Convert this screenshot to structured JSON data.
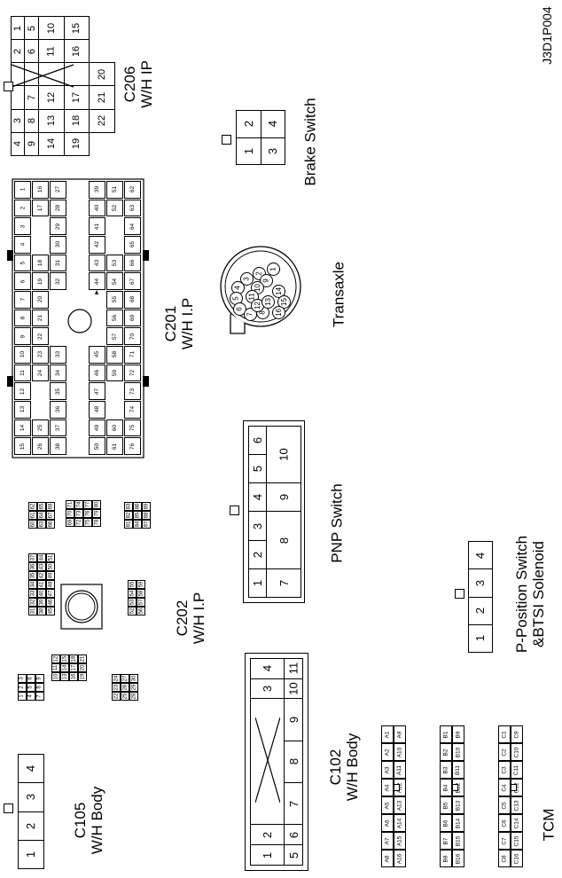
{
  "figure_id": "J3D1P004",
  "connectors": [
    {
      "id": "c206",
      "name": "C206",
      "sub": "W/H IP",
      "pins": [
        "1",
        "2",
        "3",
        "4",
        "5",
        "6",
        "7",
        "8",
        "9",
        "10",
        "11",
        "12",
        "13",
        "14",
        "15",
        "16",
        "17",
        "18",
        "19",
        "20",
        "21",
        "22"
      ]
    },
    {
      "id": "brake",
      "name": "Brake Switch",
      "pins": [
        "1",
        "2",
        "3",
        "4"
      ]
    },
    {
      "id": "c201",
      "name": "C201",
      "sub": "W/H I.P",
      "pins": [
        "1",
        "2",
        "3",
        "4",
        "5",
        "6",
        "7",
        "8",
        "9",
        "10",
        "11",
        "12",
        "13",
        "14",
        "15",
        "16",
        "17",
        "18",
        "19",
        "20",
        "21",
        "22",
        "23",
        "24",
        "25",
        "26",
        "27",
        "28",
        "29",
        "30",
        "31",
        "32",
        "33",
        "34",
        "35",
        "36",
        "37",
        "38",
        "39",
        "40",
        "41",
        "42",
        "43",
        "44",
        "45",
        "46",
        "47",
        "48",
        "49",
        "50",
        "51",
        "52",
        "53",
        "54",
        "55",
        "56",
        "57",
        "58",
        "59",
        "60",
        "61",
        "62",
        "63",
        "64",
        "65",
        "66",
        "67",
        "68",
        "69",
        "70",
        "71",
        "72",
        "73",
        "74",
        "75",
        "76"
      ]
    },
    {
      "id": "transaxle",
      "name": "Transaxle",
      "pins": [
        "1",
        "2",
        "3",
        "4",
        "5",
        "6",
        "7",
        "8",
        "9",
        "10",
        "11",
        "12",
        "13",
        "14",
        "15",
        "16"
      ]
    },
    {
      "id": "pnp",
      "name": "PNP Switch",
      "pins": [
        "1",
        "2",
        "3",
        "4",
        "5",
        "6",
        "7",
        "8",
        "9",
        "10"
      ]
    },
    {
      "id": "c202",
      "name": "C202",
      "sub": "W/H I.P",
      "pins": [
        "1",
        "2",
        "3",
        "4",
        "5",
        "6",
        "7",
        "8",
        "9",
        "10",
        "11",
        "12",
        "13",
        "14",
        "15",
        "16",
        "17",
        "18",
        "19",
        "20",
        "21",
        "22",
        "23",
        "24",
        "25",
        "26",
        "27",
        "28",
        "29",
        "30",
        "31",
        "32",
        "33",
        "34",
        "35",
        "36",
        "37",
        "38",
        "39",
        "40",
        "41",
        "42",
        "43",
        "44",
        "45",
        "46",
        "47",
        "48",
        "49",
        "50",
        "51",
        "52",
        "53",
        "54",
        "55",
        "56",
        "57",
        "58",
        "59",
        "60",
        "61",
        "62",
        "63",
        "64",
        "65",
        "66",
        "67",
        "68",
        "69",
        "70",
        "71",
        "72",
        "73",
        "74",
        "75",
        "76",
        "77",
        "78",
        "79",
        "80",
        "81",
        "82",
        "83",
        "84",
        "85",
        "86",
        "87",
        "88",
        "89"
      ]
    },
    {
      "id": "ppos",
      "name": "P-Position Switch",
      "sub": "&BTSI Solenoid",
      "pins": [
        "1",
        "2",
        "3",
        "4"
      ]
    },
    {
      "id": "c102",
      "name": "C102",
      "sub": "W/H Body",
      "pins": [
        "1",
        "2",
        "3",
        "4",
        "5",
        "6",
        "7",
        "8",
        "9",
        "10",
        "11"
      ]
    },
    {
      "id": "c105",
      "name": "C105",
      "sub": "W/H Body",
      "pins": [
        "1",
        "2",
        "3",
        "4"
      ]
    },
    {
      "id": "tcm",
      "name": "TCM",
      "pins": [
        "A1",
        "A2",
        "A3",
        "A4",
        "A5",
        "A6",
        "A7",
        "A8",
        "A9",
        "A10",
        "A11",
        "A12",
        "A13",
        "A14",
        "A15",
        "A16",
        "B1",
        "B2",
        "B3",
        "B4",
        "B5",
        "B6",
        "B7",
        "B8",
        "B9",
        "B10",
        "B11",
        "B12",
        "B13",
        "B14",
        "B15",
        "B16",
        "C1",
        "C2",
        "C3",
        "C4",
        "C5",
        "C6",
        "C7",
        "C8",
        "C9",
        "C10",
        "C11",
        "C12",
        "C13",
        "C14",
        "C15",
        "C16"
      ]
    }
  ],
  "c206_rows": [
    [
      "1",
      "2",
      "",
      "",
      "3",
      "4"
    ],
    [
      "5",
      "6",
      "",
      "7",
      "8",
      "9"
    ],
    [
      "10",
      "11",
      "",
      "12",
      "13",
      "14"
    ],
    [
      "15",
      "16",
      "",
      "17",
      "18",
      "19"
    ],
    [
      "",
      "",
      "20",
      "21",
      "22",
      ""
    ]
  ],
  "c201_left": [
    [
      "15",
      "14",
      "13",
      "12",
      "11",
      "10",
      "9",
      "8",
      "7",
      "6",
      "5",
      "4",
      "3",
      "2",
      "1"
    ],
    [
      "26",
      "25",
      "",
      "",
      "24",
      "23",
      "22",
      "21",
      "20",
      "19",
      "18",
      "",
      "",
      "17",
      "16"
    ],
    [
      "38",
      "37",
      "36",
      "35",
      "34",
      "33",
      "",
      "",
      "",
      "32",
      "31",
      "30",
      "29",
      "28",
      "27"
    ]
  ],
  "c201_right": [
    [
      "50",
      "49",
      "48",
      "47",
      "46",
      "45",
      "",
      "",
      "",
      "44",
      "43",
      "42",
      "41",
      "40",
      "39"
    ],
    [
      "61",
      "60",
      "",
      "",
      "59",
      "58",
      "57",
      "56",
      "55",
      "54",
      "53",
      "",
      "",
      "52",
      "51"
    ],
    [
      "76",
      "75",
      "74",
      "73",
      "72",
      "71",
      "70",
      "69",
      "68",
      "67",
      "66",
      "65",
      "64",
      "63",
      "62"
    ]
  ],
  "c202_g1": [
    [
      "1",
      "2",
      "3"
    ],
    [
      "4",
      "5",
      "6"
    ],
    [
      "7",
      "8",
      "9"
    ]
  ],
  "c202_g2": [
    [
      "10",
      "11",
      "12"
    ],
    [
      "13",
      "14",
      "15"
    ],
    [
      "16",
      "17",
      "18"
    ],
    [
      "19",
      "20",
      "21"
    ]
  ],
  "c202_g3": [
    [
      "22",
      "23",
      "24"
    ],
    [
      "25",
      "26",
      "27"
    ],
    [
      "28",
      "29",
      "30"
    ]
  ],
  "c202_g4": [
    [
      "31",
      "32",
      "33",
      "34",
      "35",
      "36",
      "37"
    ],
    [
      "38",
      "39",
      "40",
      "41",
      "42",
      "43",
      "44"
    ],
    [
      "45",
      "46",
      "47",
      "48",
      "49",
      "50",
      "51"
    ]
  ],
  "c202_g5": [
    [
      "52",
      "53",
      "54",
      "55"
    ],
    [
      "56",
      "57",
      "58",
      "59"
    ]
  ],
  "c202_g6": [
    [
      "60",
      "61",
      "62"
    ],
    [
      "63",
      "64",
      "65"
    ],
    [
      "66",
      "67",
      "68"
    ]
  ],
  "c202_g7": [
    [
      "69",
      "70",
      "71"
    ],
    [
      "72",
      "73",
      "74"
    ],
    [
      "75",
      "76",
      "77"
    ],
    [
      "78",
      "79",
      "80"
    ]
  ],
  "c202_g8": [
    [
      "81",
      "82",
      "83"
    ],
    [
      "84",
      "85",
      "86"
    ],
    [
      "87",
      "88",
      "89"
    ]
  ],
  "tcm_rows": [
    [
      "A8",
      "A7",
      "A6",
      "A5",
      "A4",
      "A3",
      "A2",
      "A1"
    ],
    [
      "A16",
      "A15",
      "A14",
      "A13",
      "A12",
      "A11",
      "A10",
      "A9"
    ],
    [
      "B8",
      "B7",
      "B6",
      "B5",
      "B4",
      "B3",
      "B2",
      "B1"
    ],
    [
      "B16",
      "B15",
      "B14",
      "B13",
      "B12",
      "B11",
      "B10",
      "B9"
    ],
    [
      "C8",
      "C7",
      "C6",
      "C5",
      "C4",
      "C3",
      "C2",
      "C1"
    ],
    [
      "C16",
      "C15",
      "C14",
      "C13",
      "C12",
      "C11",
      "C10",
      "C9"
    ]
  ],
  "transaxle_pins": [
    "1",
    "2",
    "3",
    "4",
    "5",
    "6",
    "7",
    "8",
    "9",
    "10",
    "11",
    "12",
    "13",
    "14",
    "15",
    "16"
  ]
}
